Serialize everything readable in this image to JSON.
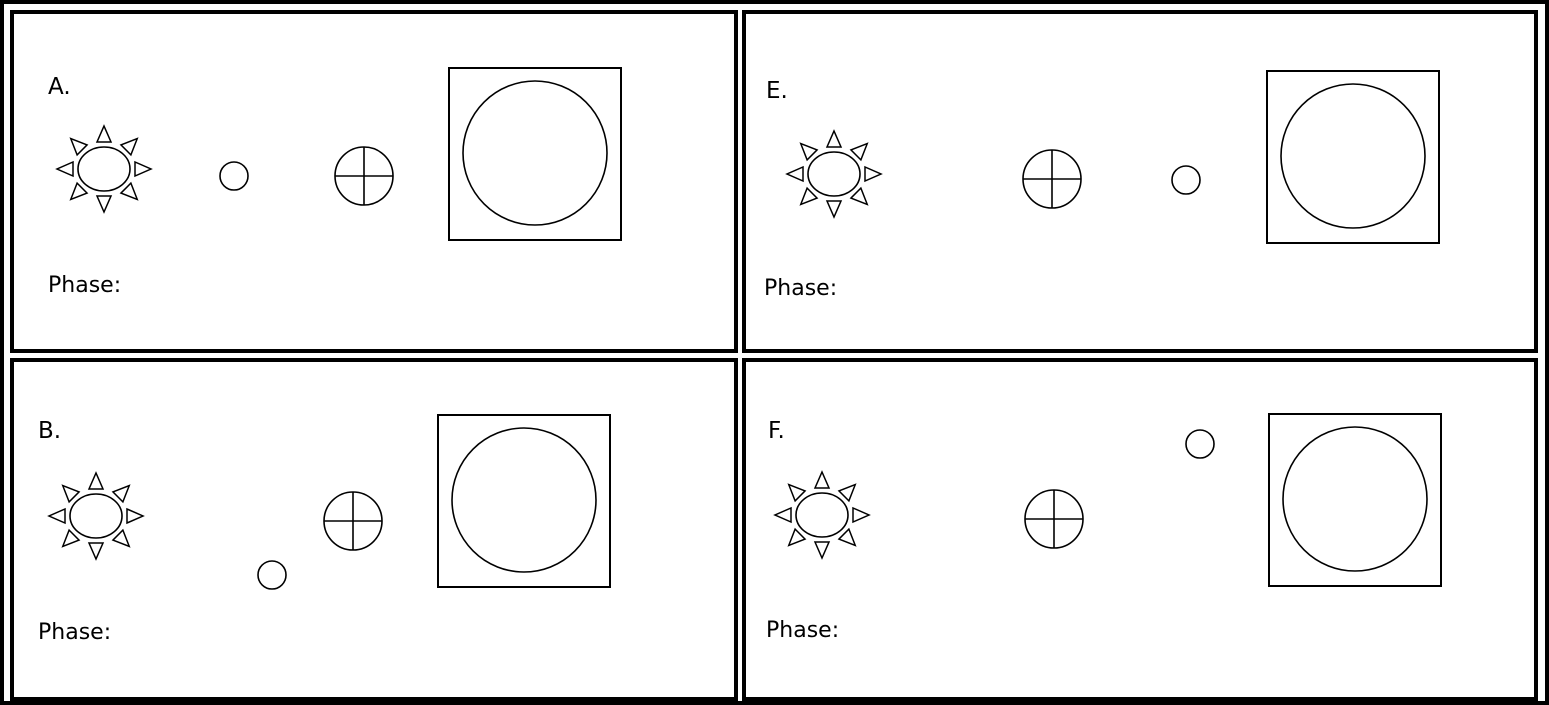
{
  "panels": [
    {
      "letter": "A.",
      "phase_label": "Phase:"
    },
    {
      "letter": "E.",
      "phase_label": "Phase:"
    },
    {
      "letter": "B.",
      "phase_label": "Phase:"
    },
    {
      "letter": "F.",
      "phase_label": "Phase:"
    }
  ]
}
